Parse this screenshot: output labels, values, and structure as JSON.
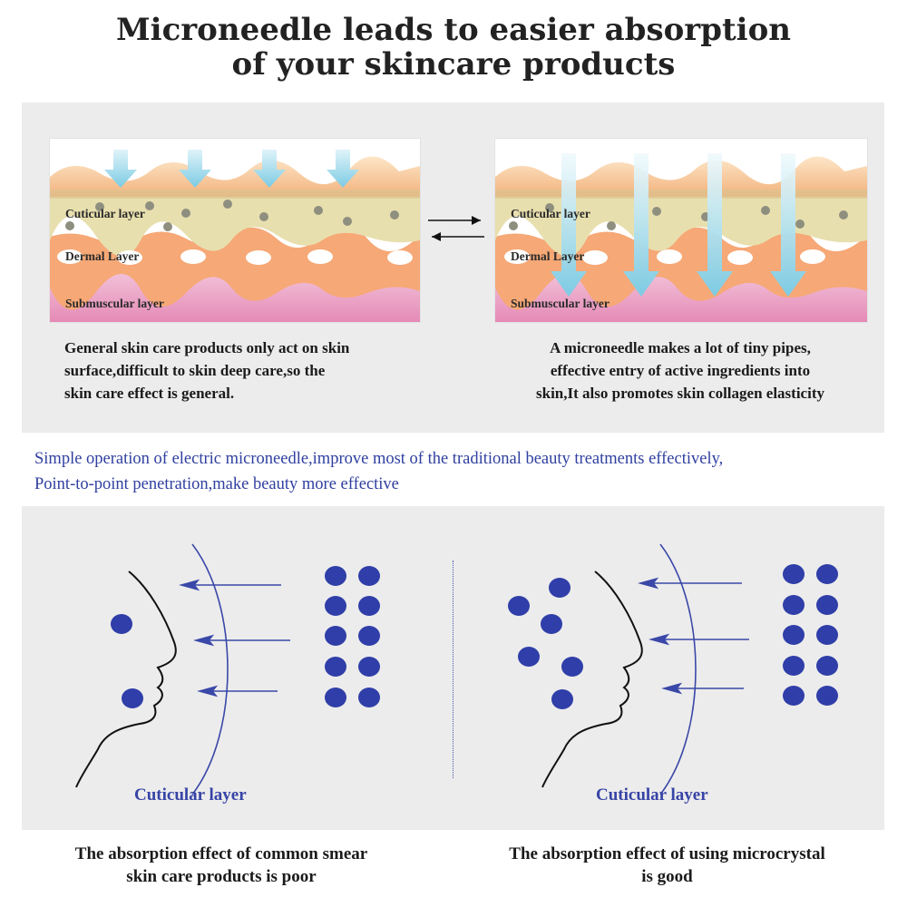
{
  "header": {
    "title_line1": "Microneedle leads to easier absorption",
    "title_line2": "of your skincare products"
  },
  "layers": {
    "cuticular": "Cuticular layer",
    "dermal": "Dermal Layer",
    "submuscular": "Submuscular layer"
  },
  "top_panel": {
    "left_caption": [
      "General skin care products only act on skin",
      "surface,difficult to skin deep care,so the",
      "skin care effect is general."
    ],
    "right_caption": [
      "A microneedle makes a lot of tiny pipes,",
      "effective entry of active ingredients into",
      "skin,It also promotes skin collagen elasticity"
    ]
  },
  "middle_text": {
    "line1": "Simple operation of electric microneedle,improve most of the traditional beauty treatments effectively,",
    "line2": "Point-to-point penetration,make beauty more effective"
  },
  "bottom_panel": {
    "left_layer_label": "Cuticular layer",
    "right_layer_label": "Cuticular layer",
    "left_caption": [
      "The absorption effect of common smear",
      "skin care products is poor"
    ],
    "right_caption": [
      "The absorption effect of using microcrystal",
      "is good"
    ]
  },
  "colors": {
    "dot_blue": "#2f3ea8",
    "arrow_blue": "#8fd3e6",
    "label_blue": "#3744a6"
  }
}
